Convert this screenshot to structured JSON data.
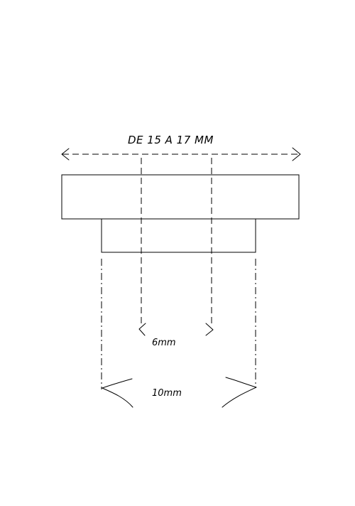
{
  "drawing": {
    "overall_dimension_label": "DE 15 A 17 MM",
    "inner_dimension_label": "6mm",
    "outer_dimension_label": "10mm"
  },
  "colors": {
    "line": "#000000",
    "background": "#ffffff"
  }
}
